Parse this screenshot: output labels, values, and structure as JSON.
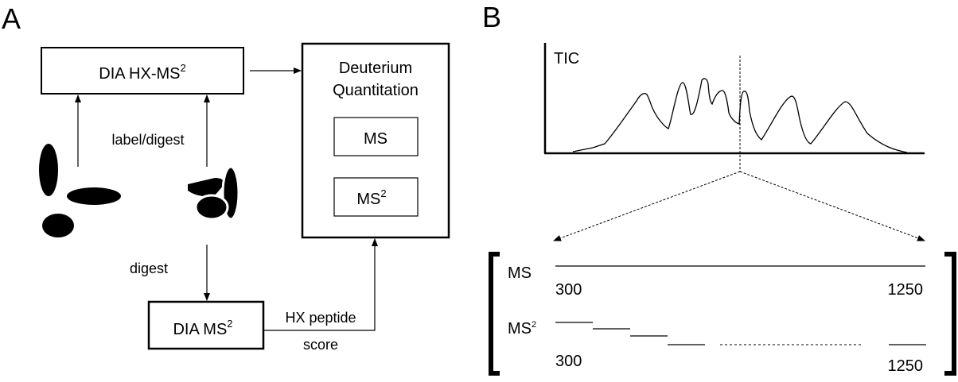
{
  "panels": {
    "a": {
      "letter": "A"
    },
    "b": {
      "letter": "B"
    }
  },
  "panel_a": {
    "dia_hx_box": {
      "label": "DIA HX-MS",
      "sup": "2"
    },
    "deuterium_box": {
      "line1": "Deuterium",
      "line2": "Quantitation"
    },
    "ms_box": {
      "label": "MS"
    },
    "ms2_box": {
      "label": "MS",
      "sup": "2"
    },
    "dia_ms2_box": {
      "label": "DIA MS",
      "sup": "2"
    },
    "edge_label_digest_labeled": "label/digest",
    "edge_label_digest": "digest",
    "edge_label_score_line1": "HX peptide",
    "edge_label_score_line2": "score"
  },
  "panel_b": {
    "tic_label": "TIC",
    "ms_row": {
      "label": "MS",
      "start": "300",
      "end": "1250"
    },
    "ms2_row": {
      "label": "MS",
      "sup": "2",
      "start": "300",
      "end": "1250"
    }
  },
  "colors": {
    "ink": "#000000",
    "background": "#ffffff"
  }
}
